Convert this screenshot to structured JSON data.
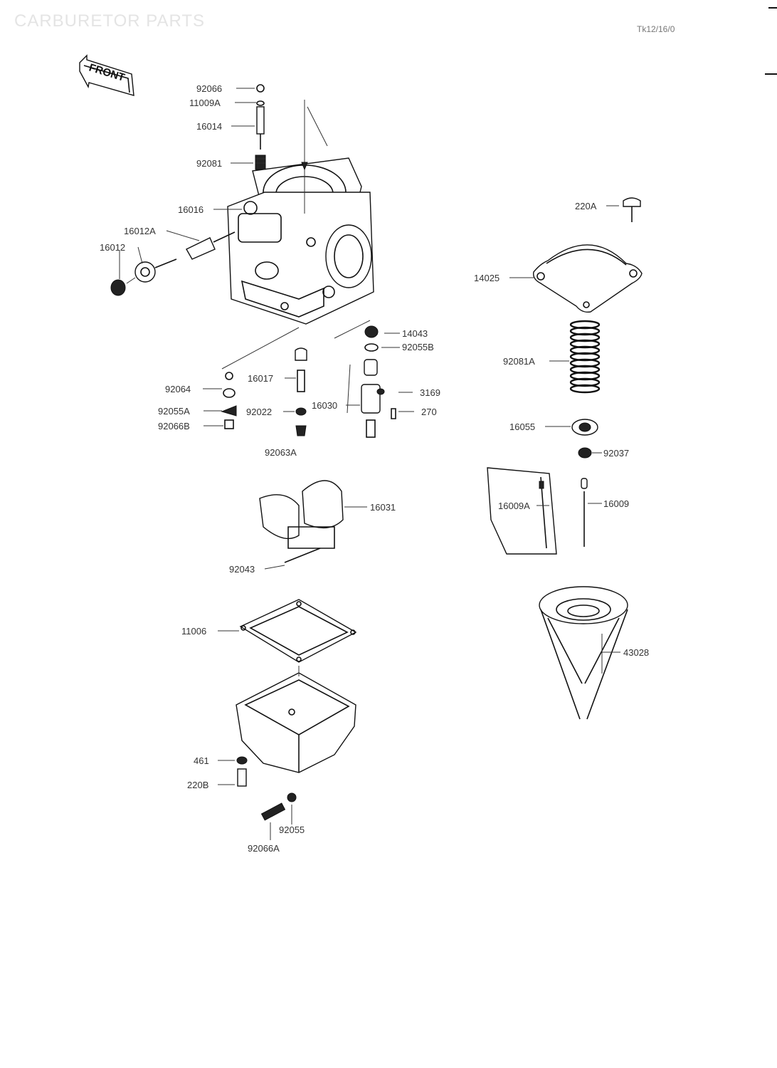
{
  "header": {
    "title": "CARBURETOR PARTS",
    "figure_ref": "Tk12/16/0"
  },
  "front_arrow": {
    "label": "FRONT"
  },
  "callouts": [
    {
      "id": "p92066",
      "label": "92066"
    },
    {
      "id": "p11009A",
      "label": "11009A"
    },
    {
      "id": "p16014",
      "label": "16014"
    },
    {
      "id": "p92081",
      "label": "92081"
    },
    {
      "id": "p16016",
      "label": "16016"
    },
    {
      "id": "p16012A",
      "label": "16012A"
    },
    {
      "id": "p16012",
      "label": "16012"
    },
    {
      "id": "p220A",
      "label": "220A"
    },
    {
      "id": "p14025",
      "label": "14025"
    },
    {
      "id": "p14043",
      "label": "14043"
    },
    {
      "id": "p92055B",
      "label": "92055B"
    },
    {
      "id": "p92081A",
      "label": "92081A"
    },
    {
      "id": "p92064",
      "label": "92064"
    },
    {
      "id": "p16017",
      "label": "16017"
    },
    {
      "id": "p16030",
      "label": "16030"
    },
    {
      "id": "p3169",
      "label": "3169"
    },
    {
      "id": "p92055A",
      "label": "92055A"
    },
    {
      "id": "p92022",
      "label": "92022"
    },
    {
      "id": "p270",
      "label": "270"
    },
    {
      "id": "p92066B",
      "label": "92066B"
    },
    {
      "id": "p16055",
      "label": "16055"
    },
    {
      "id": "p92037",
      "label": "92037"
    },
    {
      "id": "p92063A",
      "label": "92063A"
    },
    {
      "id": "p16031",
      "label": "16031"
    },
    {
      "id": "p16009A",
      "label": "16009A"
    },
    {
      "id": "p16009",
      "label": "16009"
    },
    {
      "id": "p92043",
      "label": "92043"
    },
    {
      "id": "p11006",
      "label": "11006"
    },
    {
      "id": "p43028",
      "label": "43028"
    },
    {
      "id": "p461",
      "label": "461"
    },
    {
      "id": "p220B",
      "label": "220B"
    },
    {
      "id": "p92055",
      "label": "92055"
    },
    {
      "id": "p92066A",
      "label": "92066A"
    }
  ]
}
